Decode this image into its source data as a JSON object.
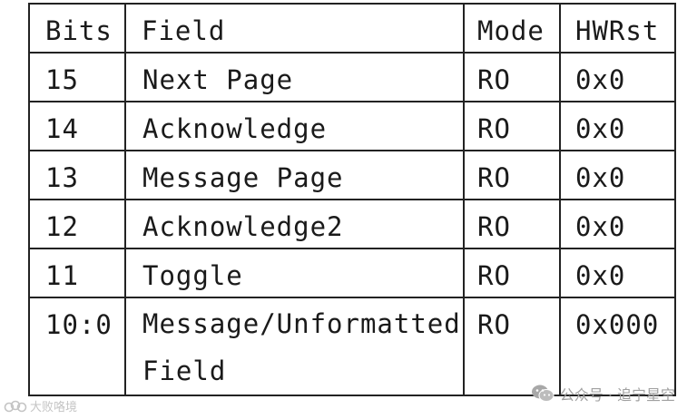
{
  "table": {
    "headers": {
      "bits": "Bits",
      "field": "Field",
      "mode": "Mode",
      "hwrst": "HWRst"
    },
    "rows": [
      {
        "bits": "15",
        "field": "Next Page",
        "mode": "RO",
        "hwrst": "0x0"
      },
      {
        "bits": "14",
        "field": "Acknowledge",
        "mode": "RO",
        "hwrst": "0x0"
      },
      {
        "bits": "13",
        "field": "Message Page",
        "mode": "RO",
        "hwrst": "0x0"
      },
      {
        "bits": "12",
        "field": "Acknowledge2",
        "mode": "RO",
        "hwrst": "0x0"
      },
      {
        "bits": "11",
        "field": "Toggle",
        "mode": "RO",
        "hwrst": "0x0"
      },
      {
        "bits": "10:0",
        "field": "Message/Unformatted Field",
        "mode": "RO",
        "hwrst": "0x000"
      }
    ]
  },
  "watermarks": {
    "left_text": "大败咯境",
    "right_text": "公众号 · 追宁星空",
    "left_icon": "cloud-logo-icon",
    "right_icon": "wechat-icon"
  }
}
